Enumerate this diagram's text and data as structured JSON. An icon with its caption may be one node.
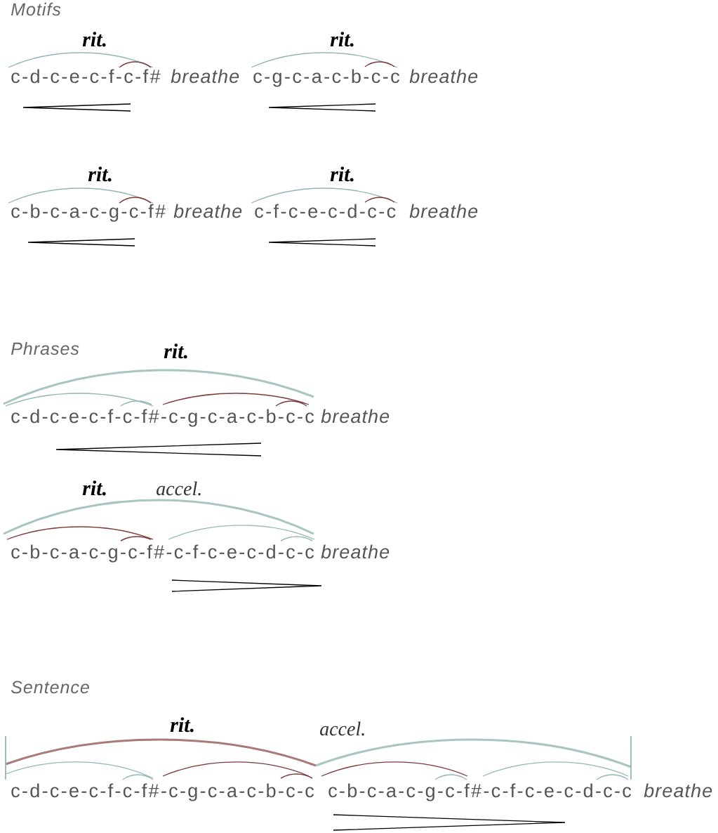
{
  "diagram": {
    "labels": [
      "Motifs",
      "rit.",
      "rit.",
      "c-d-c-e-c-f-c-f#",
      "breathe",
      "c-g-c-a-c-b-c-c",
      "breathe",
      "rit.",
      "rit.",
      "c-b-c-a-c-g-c-f#",
      "breathe",
      "c-f-c-e-c-d-c-c",
      "breathe",
      "Phrases",
      "rit.",
      "c-d-c-e-c-f-c-f#-c-g-c-a-c-b-c-c",
      "breathe",
      "rit.",
      "accel.",
      "c-b-c-a-c-g-c-f#-c-f-c-e-c-d-c-c",
      "breathe",
      "Sentence",
      "rit.",
      "accel.",
      "c-d-c-e-c-f-c-f#-c-g-c-a-c-b-c-c",
      "c-b-c-a-c-g-c-f#-c-f-c-e-c-d-c-c",
      "breathe"
    ]
  }
}
